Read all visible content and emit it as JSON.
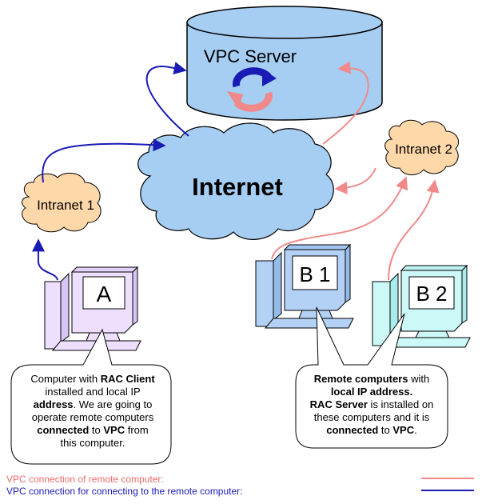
{
  "server": {
    "label": "VPC Server"
  },
  "internet": {
    "label": "Internet"
  },
  "intranets": [
    {
      "label": "Intranet 1"
    },
    {
      "label": "Intranet 2"
    }
  ],
  "computers": [
    {
      "label": "A",
      "color": "#eedfff"
    },
    {
      "label": "B 1",
      "color": "#b3d1f5"
    },
    {
      "label": "B 2",
      "color": "#ccf8f8"
    }
  ],
  "callout_a": {
    "line1_pre": "Computer with ",
    "line1_bold": "RAC Client",
    "line2": "installed and local IP",
    "line3_bold": "address",
    "line3_post": ". We are going to",
    "line4": "operate remote computers",
    "line5_bold1": "connected",
    "line5_mid": " to ",
    "line5_bold2": "VPC",
    "line5_post": " from",
    "line6": "this computer."
  },
  "callout_b": {
    "line1_bold": "Remote computers",
    "line1_post": " with",
    "line2_bold": "local IP address.",
    "line3_bold": "RAC Server",
    "line3_post": " is installed on",
    "line4": "these computers and it is",
    "line5_bold1": "connected",
    "line5_mid": " to ",
    "line5_bold2": "VPC",
    "line5_post": "."
  },
  "legend": {
    "remote_label": "VPC connection of remote computer:",
    "connect_label": "VPC connection for connecting to the remote computer:"
  },
  "colors": {
    "remote_connection": "#f08a8a",
    "connect_connection": "#1a1ab4",
    "cloud": "#a6cdf2",
    "intranet": "#ffd8aa",
    "server": "#a6cdf2",
    "legend_remote_text": "#ee6a6a",
    "legend_connect_text": "#1a1ab4"
  }
}
